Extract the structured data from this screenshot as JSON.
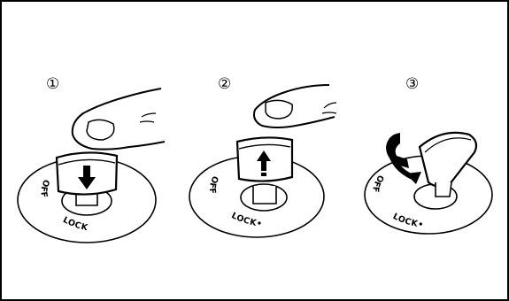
{
  "steps": [
    {
      "number": "①",
      "ring_off": "OFF",
      "ring_lock": "LOCK"
    },
    {
      "number": "②",
      "ring_off": "OFF",
      "ring_lock": "LOCK•"
    },
    {
      "number": "③",
      "ring_off": "OFF",
      "ring_lock": "LOCK•"
    }
  ],
  "icons": {
    "step1_arrow": "down-arrow-icon",
    "step2_arrow": "up-arrow-icon",
    "step3_arrow": "rotate-arrow-icon"
  }
}
